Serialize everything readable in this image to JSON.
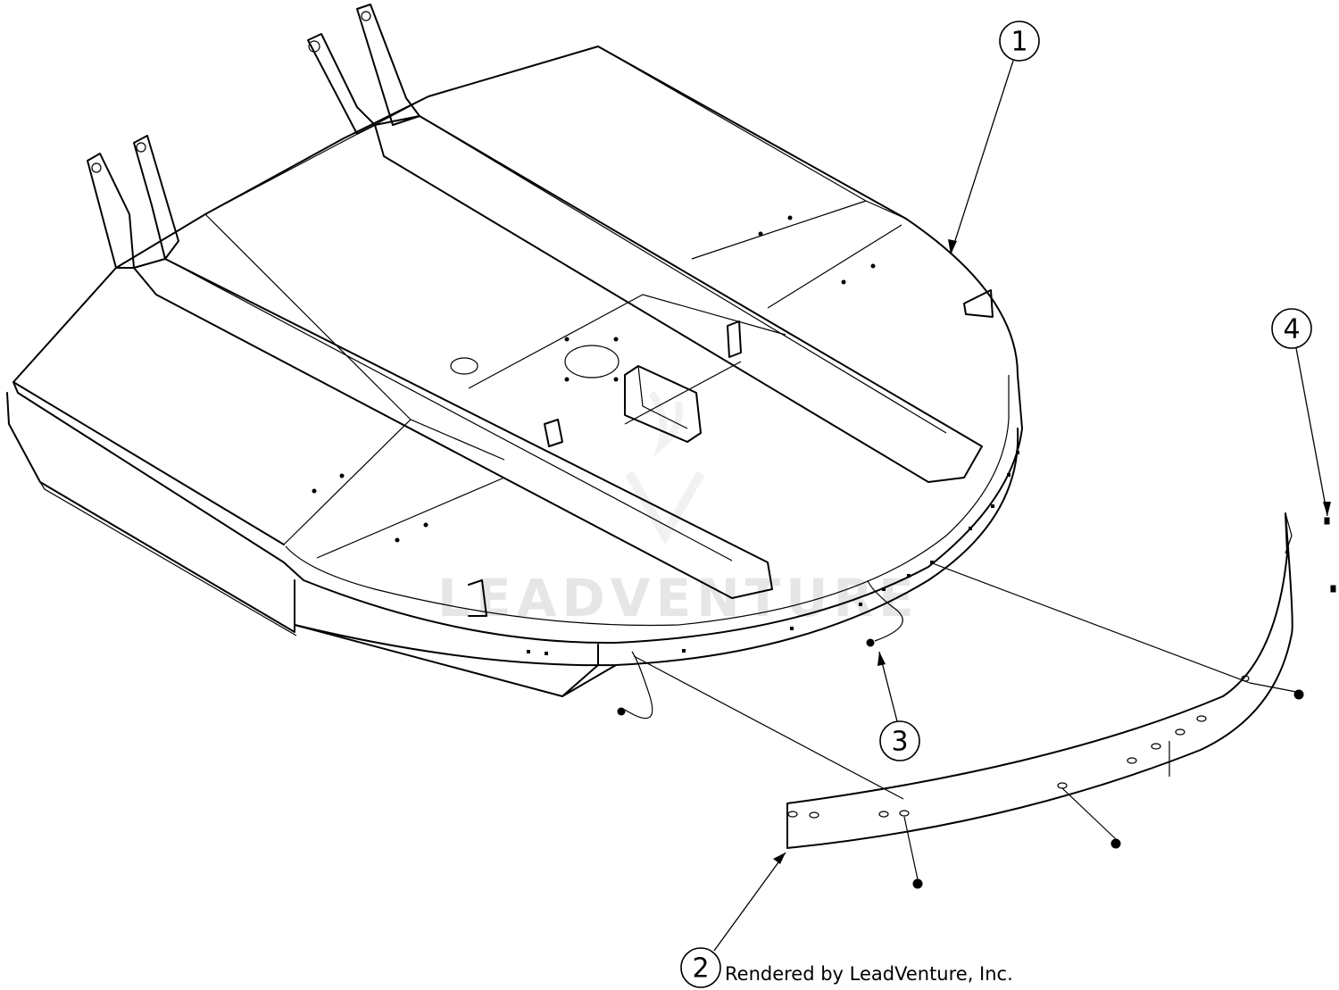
{
  "callouts": [
    {
      "id": "callout-1",
      "label": "1"
    },
    {
      "id": "callout-2",
      "label": "2"
    },
    {
      "id": "callout-3",
      "label": "3"
    },
    {
      "id": "callout-4",
      "label": "4"
    }
  ],
  "credit": "Rendered by LeadVenture, Inc.",
  "watermark": "LEADVENTURE"
}
